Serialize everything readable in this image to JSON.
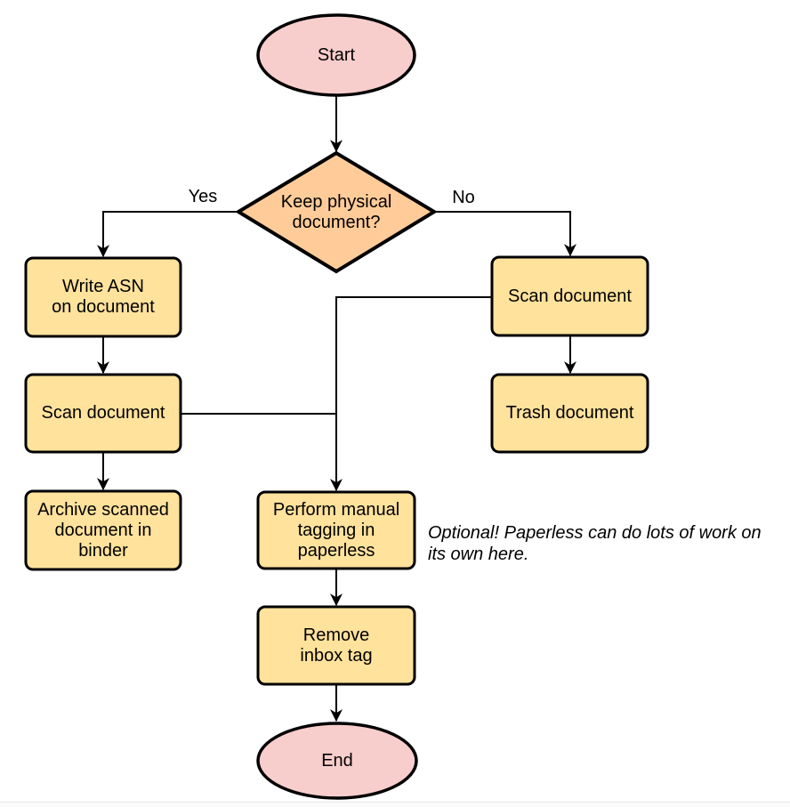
{
  "flowchart": {
    "nodes": {
      "start": "Start",
      "decision": "Keep physical\ndocument?",
      "write_asn": "Write ASN\non document",
      "scan_document_left": "Scan document",
      "archive_binder": "Archive scanned\ndocument in\nbinder",
      "scan_document_right": "Scan document",
      "trash_document": "Trash document",
      "manual_tagging": "Perform manual\ntagging in\npaperless",
      "remove_inbox_tag": "Remove\ninbox tag",
      "end": "End"
    },
    "edge_labels": {
      "yes": "Yes",
      "no": "No"
    },
    "annotation": "Optional! Paperless can do lots of work on\nits own here.",
    "colors": {
      "terminator_fill": "#F8CECC",
      "decision_fill": "#FFCC99",
      "process_fill": "#FFE29C",
      "stroke": "#000000"
    }
  }
}
